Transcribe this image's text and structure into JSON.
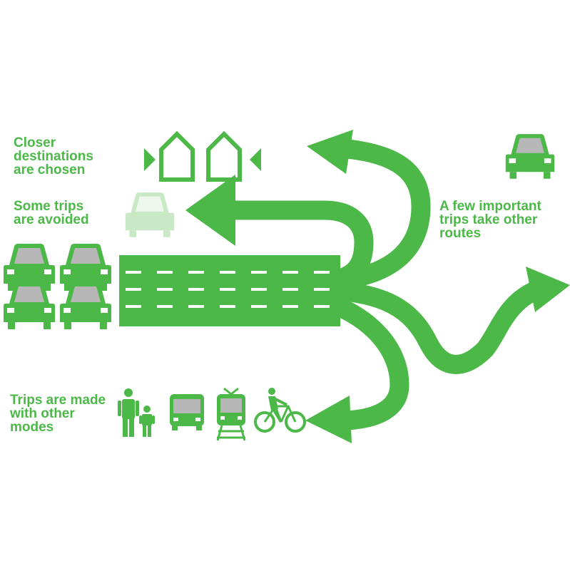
{
  "colors": {
    "primary_green": "#4cb848",
    "faded_green": "#c9e8c6",
    "window_gray": "#b7b7b7",
    "lane_mark": "#ffffff"
  },
  "labels": {
    "closer_destinations": "Closer\ndestinations\nare chosen",
    "some_trips_avoided": "Some trips\nare avoided",
    "other_routes": "A few important\ntrips take other\nroutes",
    "other_modes": "Trips are made\nwith other\nmodes"
  },
  "icons": {
    "traffic_cars": [
      "car-icon",
      "car-icon",
      "car-icon",
      "car-icon"
    ],
    "faded_car": "faded-car-icon",
    "other_route_car": "car-icon",
    "destinations": [
      "house-outline-icon",
      "house-outline-icon"
    ],
    "inward_markers": [
      "triangle-right-icon",
      "triangle-left-icon"
    ],
    "modes": [
      "pedestrians-icon",
      "bus-icon",
      "tram-icon",
      "bicycle-icon"
    ]
  }
}
